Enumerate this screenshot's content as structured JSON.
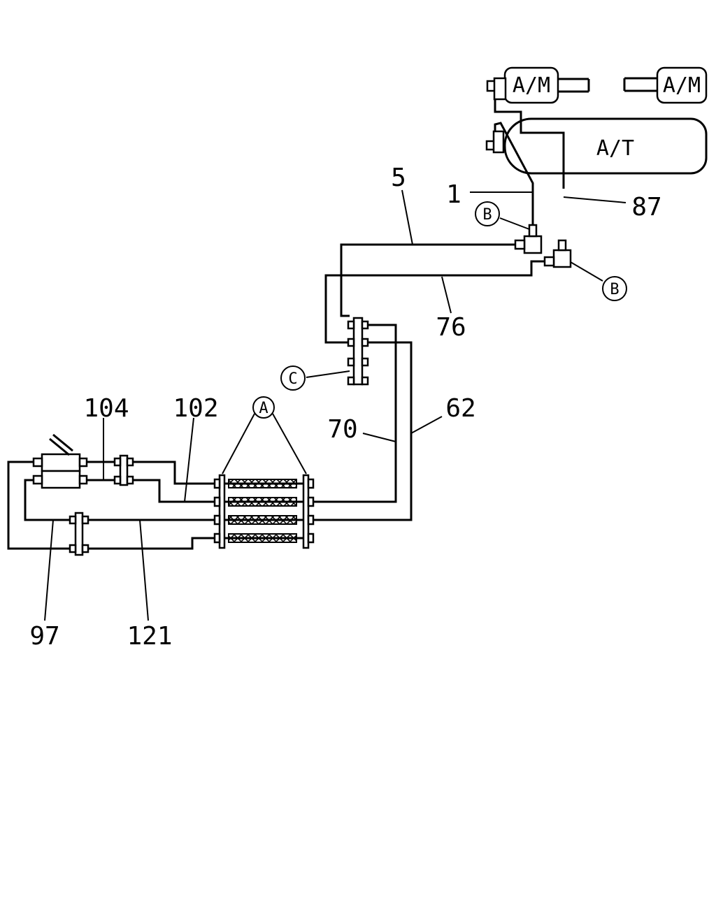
{
  "diagram": {
    "components": {
      "am_left": "A/M",
      "am_right": "A/M",
      "at_tank": "A/T"
    },
    "callouts": {
      "a": "A",
      "b_upper": "B",
      "b_lower": "B",
      "c": "C"
    },
    "line_numbers": {
      "l1": "1",
      "l5": "5",
      "l87": "87",
      "l76": "76",
      "l62": "62",
      "l70": "70",
      "l104": "104",
      "l102": "102",
      "l97": "97",
      "l121": "121"
    }
  }
}
